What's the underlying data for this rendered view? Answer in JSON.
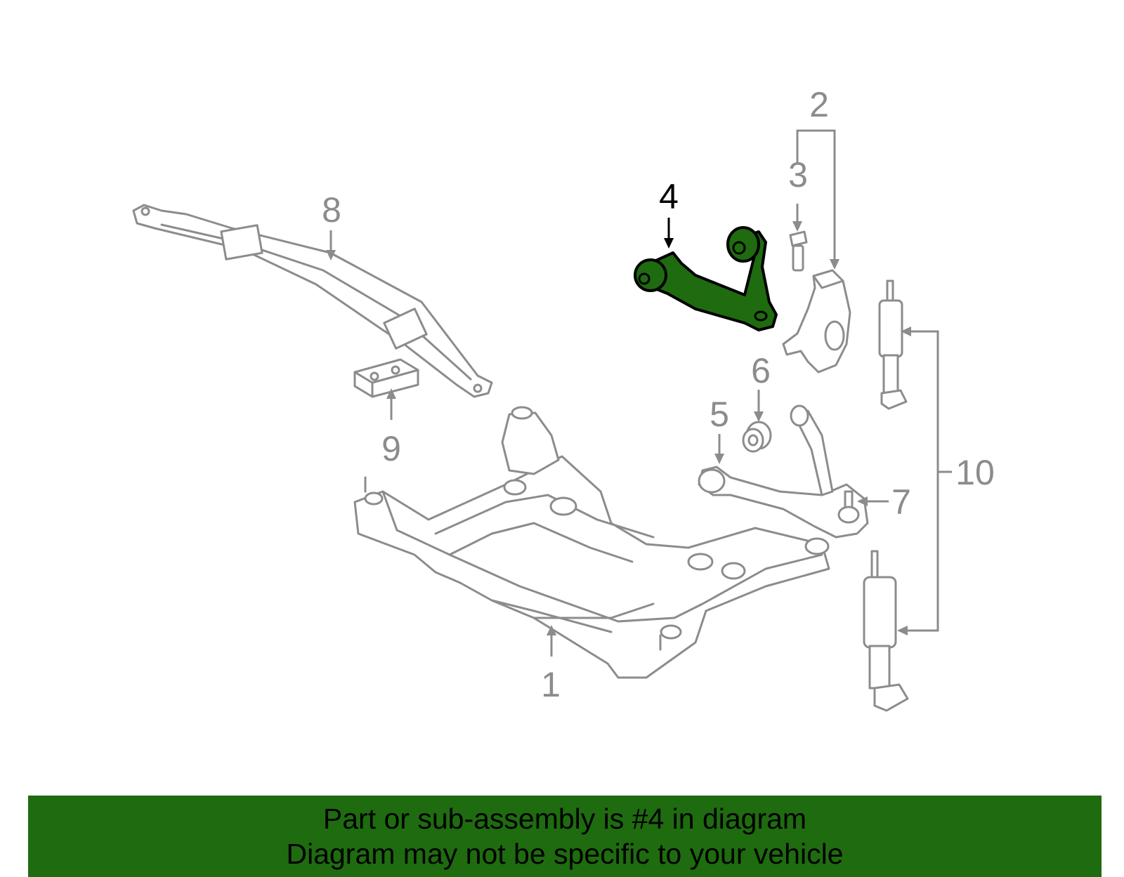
{
  "callouts": {
    "c1": "1",
    "c2": "2",
    "c3": "3",
    "c4": "4",
    "c5": "5",
    "c6": "6",
    "c7": "7",
    "c8": "8",
    "c9": "9",
    "c10": "10"
  },
  "highlight": {
    "part_number": "4",
    "color": "#1f6b10"
  },
  "banner": {
    "line1": "Part or sub-assembly is #4 in diagram",
    "line2": "Diagram may not be specific to your vehicle"
  }
}
